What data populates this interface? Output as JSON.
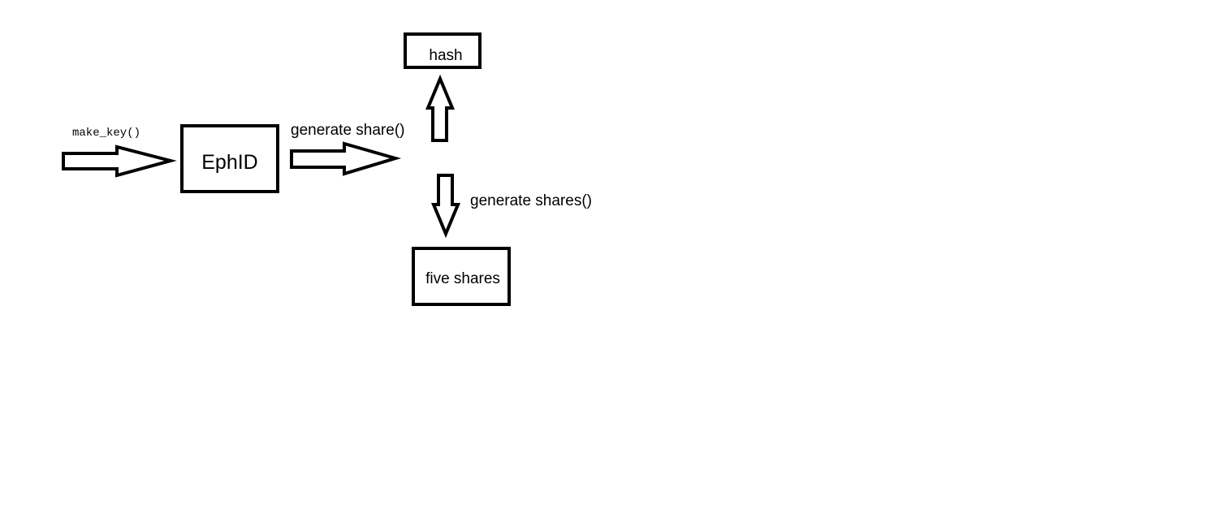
{
  "nodes": {
    "ephid": "EphID",
    "hash": "hash",
    "five_shares": "five shares"
  },
  "edges": {
    "make_key": "make_key()",
    "generate_share": "generate share()",
    "generate_shares": "generate shares()"
  },
  "colors": {
    "stroke": "#000000",
    "background": "#ffffff"
  }
}
